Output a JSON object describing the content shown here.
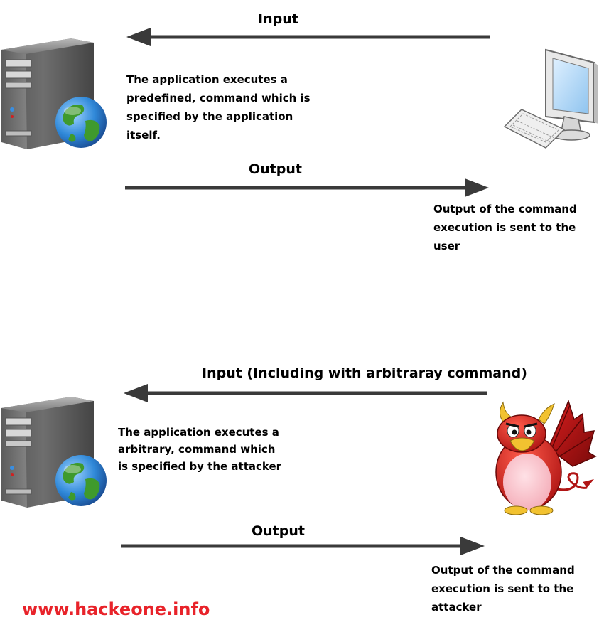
{
  "scenario_normal": {
    "input_label": "Input",
    "output_label": "Output",
    "server_description": [
      "The application executes a",
      "predefined, command which is",
      "specified by the application",
      "itself."
    ],
    "client_description": [
      "Output of the command",
      "execution is sent to the",
      "user"
    ],
    "client_icon": "desktop-computer-icon",
    "server_icon": "server-globe-icon"
  },
  "scenario_attack": {
    "input_label": "Input (Including with arbitraray command)",
    "output_label": "Output",
    "server_description": [
      "The application executes a",
      "arbitrary, command which",
      "is specified by the attacker"
    ],
    "client_description": [
      "Output of the command",
      "execution is sent to the",
      "attacker"
    ],
    "client_icon": "devil-mascot-icon",
    "server_icon": "server-globe-icon"
  },
  "watermark": "www.hackeone.info",
  "colors": {
    "arrow": "#3a3a3a",
    "watermark": "#e8232a",
    "devil_red": "#d81e1e",
    "globe_blue": "#2f88d8",
    "globe_green": "#3f9a2d"
  }
}
